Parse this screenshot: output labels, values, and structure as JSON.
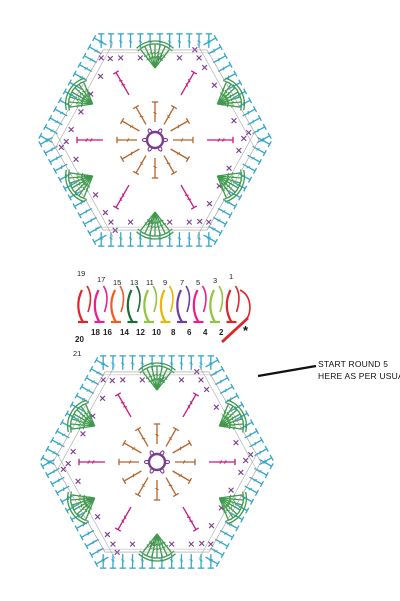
{
  "join_numbers_top": [
    "19",
    "17",
    "15",
    "13",
    "11",
    "9",
    "7",
    "5",
    "3",
    "1"
  ],
  "join_numbers_bottom": [
    "20",
    "18",
    "16",
    "14",
    "12",
    "10",
    "8",
    "6",
    "4",
    "2"
  ],
  "extra_label": "21",
  "start_marker": "*",
  "annotation": {
    "line1": "START ROUND 5",
    "line2": "HERE AS PER USUAL"
  },
  "colors": {
    "blue": "#35a6c8",
    "green": "#3f9a4c",
    "magenta": "#c8177f",
    "brown": "#b5642a",
    "purple": "#7b3c8f",
    "red": "#e0242a",
    "join_palette": [
      "#e0242a",
      "#ee1d8c",
      "#f15a24",
      "#1e6b3a",
      "#8dc63f",
      "#e8b800",
      "#6b3fa0",
      "#ee1d8c",
      "#8dc63f",
      "#e0242a"
    ]
  }
}
